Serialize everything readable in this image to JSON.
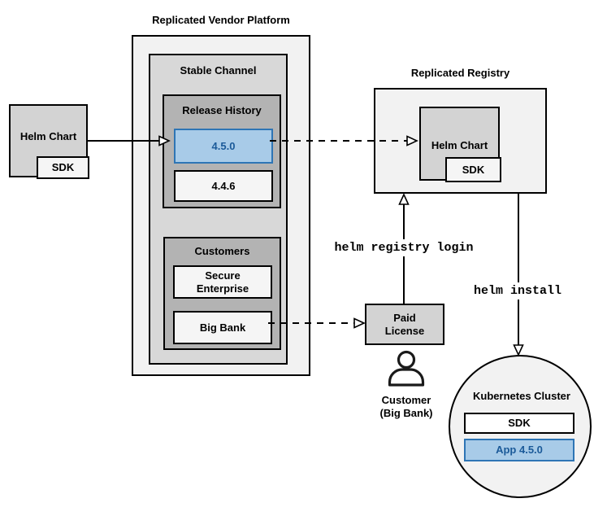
{
  "colors": {
    "highlight_fill": "#a8cbe8",
    "highlight_border": "#2e75b5",
    "highlight_text": "#1b5a99",
    "box_gray": "#d3d3d3",
    "panel_light": "#f2f2f2",
    "panel_mid": "#d8d8d8",
    "panel_dark": "#b3b3b3",
    "inner_light": "#f5f5f5"
  },
  "vendor_platform": {
    "title": "Replicated Vendor Platform",
    "stable_channel": {
      "label": "Stable Channel",
      "release_history": {
        "label": "Release History",
        "releases": [
          {
            "version": "4.5.0",
            "highlighted": true
          },
          {
            "version": "4.4.6",
            "highlighted": false
          }
        ]
      },
      "customers": {
        "label": "Customers",
        "items": [
          "Secure Enterprise",
          "Big Bank"
        ]
      }
    }
  },
  "source_chart": {
    "label": "Helm Chart",
    "sdk": "SDK"
  },
  "registry": {
    "title": "Replicated Registry",
    "helm_chart": {
      "label": "Helm Chart",
      "sdk": "SDK"
    }
  },
  "license": {
    "label": "Paid License"
  },
  "customer": {
    "line1": "Customer",
    "line2": "(Big Bank)"
  },
  "commands": {
    "registry_login": "helm registry login",
    "install": "helm install"
  },
  "cluster": {
    "title": "Kubernetes Cluster",
    "sdk": "SDK",
    "app": "App 4.5.0"
  }
}
